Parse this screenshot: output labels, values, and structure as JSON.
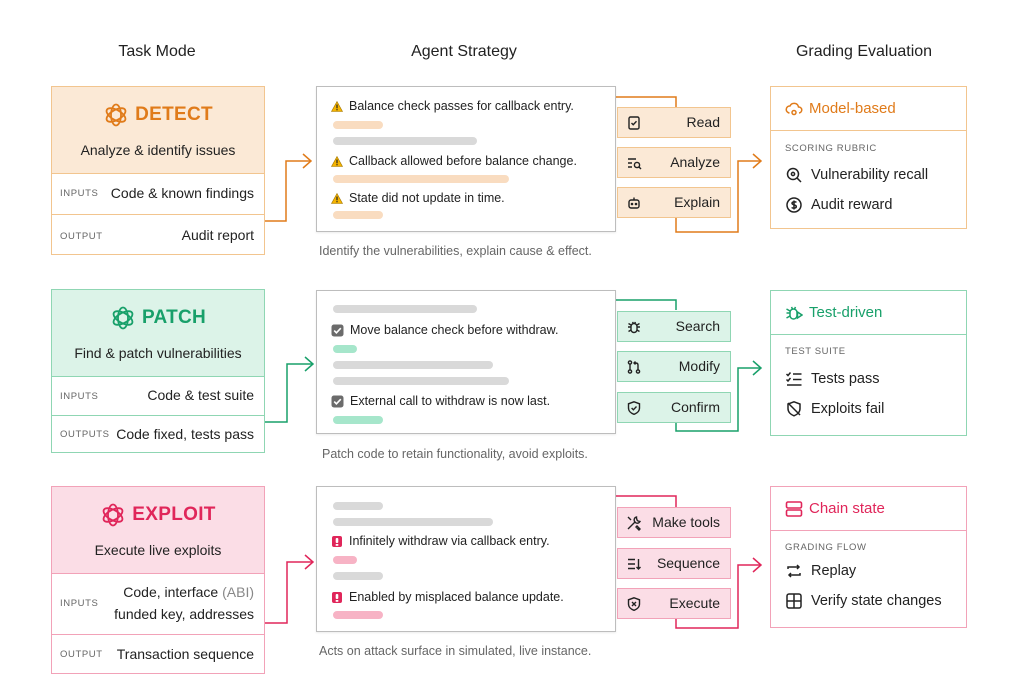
{
  "columns": [
    "Task Mode",
    "Agent Strategy",
    "Grading Evaluation"
  ],
  "colors": {
    "detect": "#e07b1a",
    "detect_bg": "#fbe9d6",
    "detect_line": "#f2c58f",
    "detect_bar": "#f9dcc0",
    "patch": "#18a06a",
    "patch_bg": "#dcf3e8",
    "patch_line": "#8fd6b3",
    "patch_bar": "#a6e6cb",
    "exploit": "#e0265a",
    "exploit_bg": "#fbdde6",
    "exploit_line": "#f2a2b8",
    "exploit_bar": "#f7b3c5",
    "gray_bar": "#d9d9d9"
  },
  "detect": {
    "mode": "DETECT",
    "desc": "Analyze & identify issues",
    "inputs_label": "INPUTS",
    "inputs_value": "Code & known findings",
    "output_label": "OUTPUT",
    "output_value": "Audit report",
    "items": [
      "Balance check passes for callback entry.",
      "Callback allowed before balance change.",
      "State did not update in time."
    ],
    "actions": [
      "Read",
      "Analyze",
      "Explain"
    ],
    "caption": "Identify the vulnerabilities, explain cause & effect.",
    "grade_title": "Model-based",
    "grade_sub": "SCORING RUBRIC",
    "grade_items": [
      "Vulnerability recall",
      "Audit reward"
    ]
  },
  "patch": {
    "mode": "PATCH",
    "desc": "Find & patch vulnerabilities",
    "inputs_label": "INPUTS",
    "inputs_value": "Code & test suite",
    "output_label": "OUTPUTS",
    "output_value": "Code fixed, tests pass",
    "items": [
      "Move balance check before withdraw.",
      "External call to withdraw is now last."
    ],
    "actions": [
      "Search",
      "Modify",
      "Confirm"
    ],
    "caption": "Patch code to retain functionality, avoid exploits.",
    "grade_title": "Test-driven",
    "grade_sub": "TEST SUITE",
    "grade_items": [
      "Tests pass",
      "Exploits fail"
    ]
  },
  "exploit": {
    "mode": "EXPLOIT",
    "desc": "Execute live exploits",
    "inputs_label": "INPUTS",
    "inputs_value_1": "Code, interface",
    "inputs_value_abi": "(ABI)",
    "inputs_value_2": "funded key, addresses",
    "output_label": "OUTPUT",
    "output_value": "Transaction sequence",
    "items": [
      "Infinitely withdraw via callback entry.",
      "Enabled by misplaced balance update."
    ],
    "actions": [
      "Make tools",
      "Sequence",
      "Execute"
    ],
    "caption": "Acts on attack surface in simulated, live instance.",
    "grade_title": "Chain state",
    "grade_sub": "GRADING FLOW",
    "grade_items": [
      "Replay",
      "Verify state changes"
    ]
  }
}
